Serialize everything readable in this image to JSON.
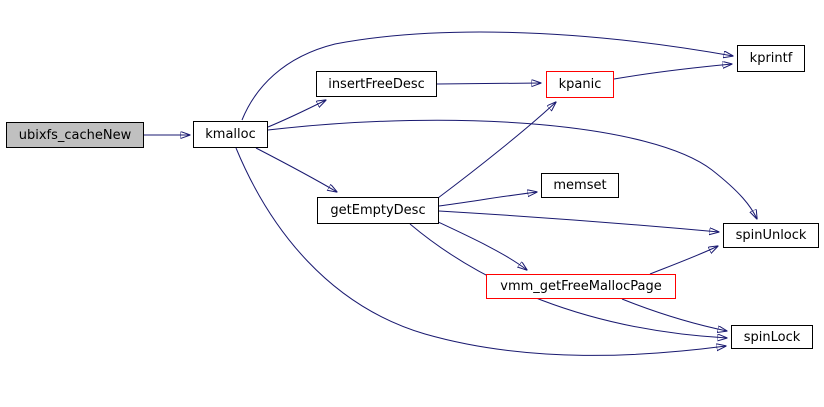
{
  "diagram": {
    "type": "call-graph",
    "root_function": "ubixfs_cacheNew",
    "colors": {
      "background": "#ffffff",
      "edge": "#191970",
      "node_border": "#000000",
      "node_fill": "#ffffff",
      "root_node_fill": "#c0c0c0",
      "external_node_border": "#ff0000",
      "text": "#000000"
    },
    "nodes": [
      {
        "id": "ubixfs_cacheNew",
        "label": "ubixfs_cacheNew",
        "style": "root"
      },
      {
        "id": "kmalloc",
        "label": "kmalloc",
        "style": "normal"
      },
      {
        "id": "insertFreeDesc",
        "label": "insertFreeDesc",
        "style": "normal"
      },
      {
        "id": "kpanic",
        "label": "kpanic",
        "style": "external"
      },
      {
        "id": "kprintf",
        "label": "kprintf",
        "style": "normal"
      },
      {
        "id": "memset",
        "label": "memset",
        "style": "normal"
      },
      {
        "id": "getEmptyDesc",
        "label": "getEmptyDesc",
        "style": "normal"
      },
      {
        "id": "spinUnlock",
        "label": "spinUnlock",
        "style": "normal"
      },
      {
        "id": "vmm_getFreeMallocPage",
        "label": "vmm_getFreeMallocPage",
        "style": "external"
      },
      {
        "id": "spinLock",
        "label": "spinLock",
        "style": "normal"
      }
    ],
    "edges": [
      {
        "from": "ubixfs_cacheNew",
        "to": "kmalloc"
      },
      {
        "from": "kmalloc",
        "to": "kprintf"
      },
      {
        "from": "kmalloc",
        "to": "insertFreeDesc"
      },
      {
        "from": "kmalloc",
        "to": "getEmptyDesc"
      },
      {
        "from": "kmalloc",
        "to": "spinUnlock"
      },
      {
        "from": "kmalloc",
        "to": "spinLock"
      },
      {
        "from": "insertFreeDesc",
        "to": "kpanic"
      },
      {
        "from": "kpanic",
        "to": "kprintf"
      },
      {
        "from": "getEmptyDesc",
        "to": "kpanic"
      },
      {
        "from": "getEmptyDesc",
        "to": "memset"
      },
      {
        "from": "getEmptyDesc",
        "to": "spinUnlock"
      },
      {
        "from": "getEmptyDesc",
        "to": "vmm_getFreeMallocPage"
      },
      {
        "from": "getEmptyDesc",
        "to": "spinLock"
      },
      {
        "from": "vmm_getFreeMallocPage",
        "to": "spinUnlock"
      },
      {
        "from": "vmm_getFreeMallocPage",
        "to": "spinLock"
      }
    ]
  }
}
